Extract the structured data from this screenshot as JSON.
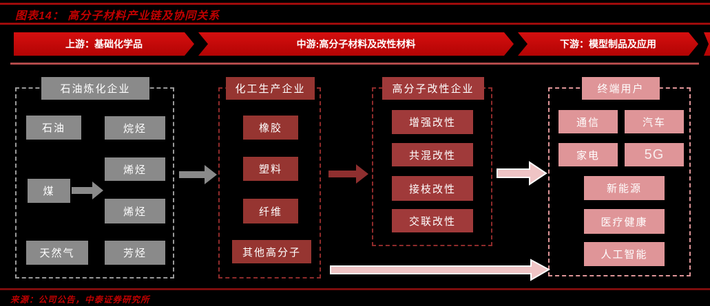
{
  "title": "图表14： 高分子材料产业链及协同关系",
  "banners": [
    {
      "label": "上游：基础化学品"
    },
    {
      "label": "中游:高分子材料及改性材料"
    },
    {
      "label": "下游：模型制品及应用"
    }
  ],
  "groups": [
    {
      "header": "石油炼化企业",
      "items": [
        "石油",
        "烷烃",
        "煤",
        "烯烃",
        "烯烃",
        "天然气",
        "芳烃"
      ]
    },
    {
      "header": "化工生产企业",
      "items": [
        "橡胶",
        "塑料",
        "纤维",
        "其他高分子"
      ]
    },
    {
      "header": "高分子改性企业",
      "items": [
        "增强改性",
        "共混改性",
        "接枝改性",
        "交联改性"
      ]
    },
    {
      "header": "终端用户",
      "items": [
        "通信",
        "汽车",
        "家电",
        "5G",
        "新能源",
        "医疗健康",
        "人工智能"
      ]
    }
  ],
  "source": "来源：公司公告，中泰证券研究所",
  "colors": {
    "title-red": "#c00000",
    "line-red": "#9e0b0b",
    "rose-line": "#b14a4a",
    "bottom-line": "#7d0d0d",
    "banner-red-light": "#d60f0f",
    "banner-red-dark": "#b20404",
    "gray": "#8a8a8a",
    "chem-red": "#963531",
    "mod-red": "#a03a3a",
    "frame-red": "#8f2b2b",
    "arrow-red": "#8f2f2f",
    "pink": "#df9598",
    "pink-arrow": "#efc4c5"
  }
}
